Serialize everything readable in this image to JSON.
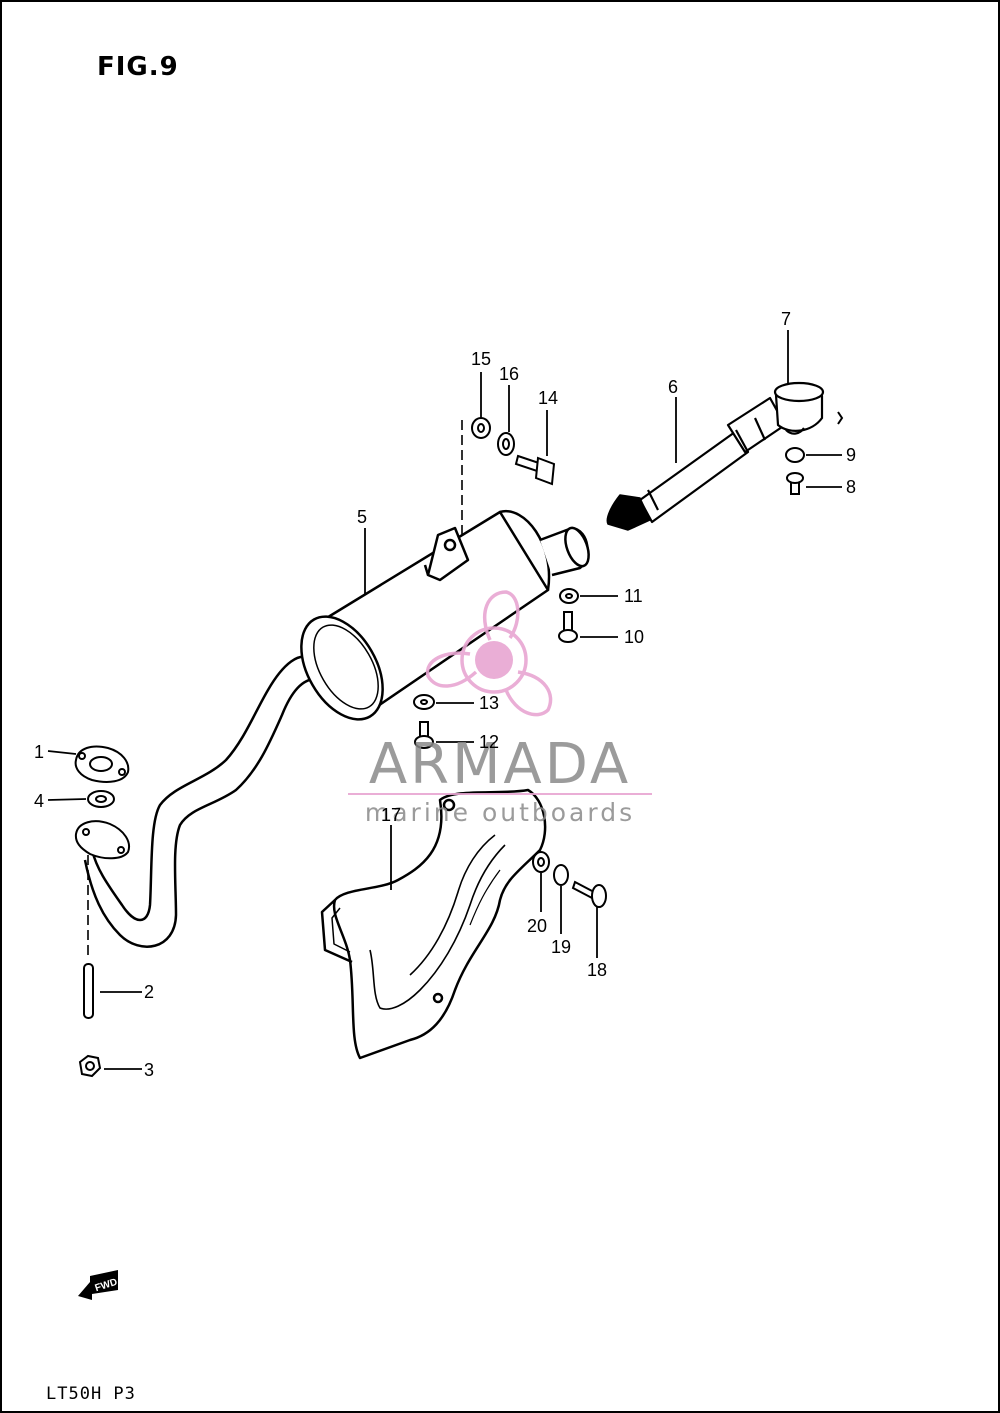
{
  "figure_title": "FIG.9",
  "model_code": "LT50H P3",
  "fwd_label": "FWD",
  "colors": {
    "line": "#000000",
    "watermark_gray": "#8a8a8a",
    "watermark_pink": "#e8a6d2"
  },
  "watermark": {
    "name": "ARMADA",
    "tagline": "marine outboards",
    "icon": "propeller-icon"
  },
  "callouts": [
    "1",
    "2",
    "3",
    "4",
    "5",
    "6",
    "7",
    "8",
    "9",
    "10",
    "11",
    "12",
    "13",
    "14",
    "15",
    "16",
    "17",
    "18",
    "19",
    "20"
  ]
}
